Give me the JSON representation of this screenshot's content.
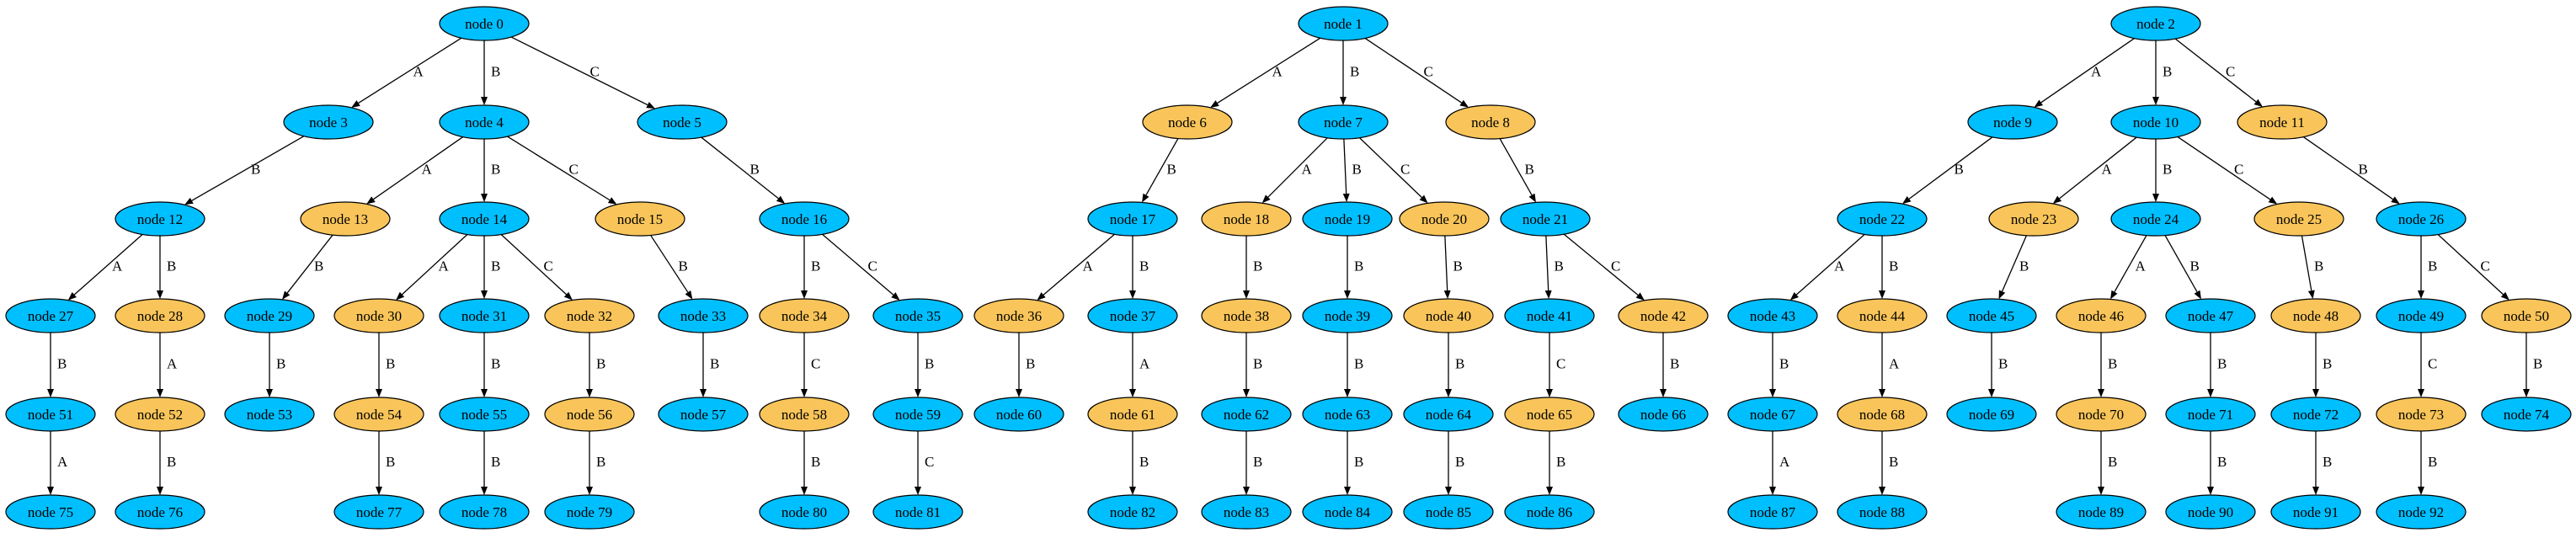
{
  "colors": {
    "blue": "#00bfff",
    "orange": "#f9c55a",
    "edge": "#000000"
  },
  "nodes": [
    {
      "id": 0,
      "label": "node 0",
      "color": "blue"
    },
    {
      "id": 1,
      "label": "node 1",
      "color": "blue"
    },
    {
      "id": 2,
      "label": "node 2",
      "color": "blue"
    },
    {
      "id": 3,
      "label": "node 3",
      "color": "blue"
    },
    {
      "id": 4,
      "label": "node 4",
      "color": "blue"
    },
    {
      "id": 5,
      "label": "node 5",
      "color": "blue"
    },
    {
      "id": 6,
      "label": "node 6",
      "color": "orange"
    },
    {
      "id": 7,
      "label": "node 7",
      "color": "blue"
    },
    {
      "id": 8,
      "label": "node 8",
      "color": "orange"
    },
    {
      "id": 9,
      "label": "node 9",
      "color": "blue"
    },
    {
      "id": 10,
      "label": "node 10",
      "color": "blue"
    },
    {
      "id": 11,
      "label": "node 11",
      "color": "orange"
    },
    {
      "id": 12,
      "label": "node 12",
      "color": "blue"
    },
    {
      "id": 13,
      "label": "node 13",
      "color": "orange"
    },
    {
      "id": 14,
      "label": "node 14",
      "color": "blue"
    },
    {
      "id": 15,
      "label": "node 15",
      "color": "orange"
    },
    {
      "id": 16,
      "label": "node 16",
      "color": "blue"
    },
    {
      "id": 17,
      "label": "node 17",
      "color": "blue"
    },
    {
      "id": 18,
      "label": "node 18",
      "color": "orange"
    },
    {
      "id": 19,
      "label": "node 19",
      "color": "blue"
    },
    {
      "id": 20,
      "label": "node 20",
      "color": "orange"
    },
    {
      "id": 21,
      "label": "node 21",
      "color": "blue"
    },
    {
      "id": 22,
      "label": "node 22",
      "color": "blue"
    },
    {
      "id": 23,
      "label": "node 23",
      "color": "orange"
    },
    {
      "id": 24,
      "label": "node 24",
      "color": "blue"
    },
    {
      "id": 25,
      "label": "node 25",
      "color": "orange"
    },
    {
      "id": 26,
      "label": "node 26",
      "color": "blue"
    },
    {
      "id": 27,
      "label": "node 27",
      "color": "blue"
    },
    {
      "id": 28,
      "label": "node 28",
      "color": "orange"
    },
    {
      "id": 29,
      "label": "node 29",
      "color": "blue"
    },
    {
      "id": 30,
      "label": "node 30",
      "color": "orange"
    },
    {
      "id": 31,
      "label": "node 31",
      "color": "blue"
    },
    {
      "id": 32,
      "label": "node 32",
      "color": "orange"
    },
    {
      "id": 33,
      "label": "node 33",
      "color": "blue"
    },
    {
      "id": 34,
      "label": "node 34",
      "color": "orange"
    },
    {
      "id": 35,
      "label": "node 35",
      "color": "blue"
    },
    {
      "id": 36,
      "label": "node 36",
      "color": "orange"
    },
    {
      "id": 37,
      "label": "node 37",
      "color": "blue"
    },
    {
      "id": 38,
      "label": "node 38",
      "color": "orange"
    },
    {
      "id": 39,
      "label": "node 39",
      "color": "blue"
    },
    {
      "id": 40,
      "label": "node 40",
      "color": "orange"
    },
    {
      "id": 41,
      "label": "node 41",
      "color": "blue"
    },
    {
      "id": 42,
      "label": "node 42",
      "color": "orange"
    },
    {
      "id": 43,
      "label": "node 43",
      "color": "blue"
    },
    {
      "id": 44,
      "label": "node 44",
      "color": "orange"
    },
    {
      "id": 45,
      "label": "node 45",
      "color": "blue"
    },
    {
      "id": 46,
      "label": "node 46",
      "color": "orange"
    },
    {
      "id": 47,
      "label": "node 47",
      "color": "blue"
    },
    {
      "id": 48,
      "label": "node 48",
      "color": "orange"
    },
    {
      "id": 49,
      "label": "node 49",
      "color": "blue"
    },
    {
      "id": 50,
      "label": "node 50",
      "color": "orange"
    },
    {
      "id": 51,
      "label": "node 51",
      "color": "blue"
    },
    {
      "id": 52,
      "label": "node 52",
      "color": "orange"
    },
    {
      "id": 53,
      "label": "node 53",
      "color": "blue"
    },
    {
      "id": 54,
      "label": "node 54",
      "color": "orange"
    },
    {
      "id": 55,
      "label": "node 55",
      "color": "blue"
    },
    {
      "id": 56,
      "label": "node 56",
      "color": "orange"
    },
    {
      "id": 57,
      "label": "node 57",
      "color": "blue"
    },
    {
      "id": 58,
      "label": "node 58",
      "color": "orange"
    },
    {
      "id": 59,
      "label": "node 59",
      "color": "blue"
    },
    {
      "id": 60,
      "label": "node 60",
      "color": "blue"
    },
    {
      "id": 61,
      "label": "node 61",
      "color": "orange"
    },
    {
      "id": 62,
      "label": "node 62",
      "color": "blue"
    },
    {
      "id": 63,
      "label": "node 63",
      "color": "blue"
    },
    {
      "id": 64,
      "label": "node 64",
      "color": "blue"
    },
    {
      "id": 65,
      "label": "node 65",
      "color": "orange"
    },
    {
      "id": 66,
      "label": "node 66",
      "color": "blue"
    },
    {
      "id": 67,
      "label": "node 67",
      "color": "blue"
    },
    {
      "id": 68,
      "label": "node 68",
      "color": "orange"
    },
    {
      "id": 69,
      "label": "node 69",
      "color": "blue"
    },
    {
      "id": 70,
      "label": "node 70",
      "color": "orange"
    },
    {
      "id": 71,
      "label": "node 71",
      "color": "blue"
    },
    {
      "id": 72,
      "label": "node 72",
      "color": "blue"
    },
    {
      "id": 73,
      "label": "node 73",
      "color": "orange"
    },
    {
      "id": 74,
      "label": "node 74",
      "color": "blue"
    },
    {
      "id": 75,
      "label": "node 75",
      "color": "blue"
    },
    {
      "id": 76,
      "label": "node 76",
      "color": "blue"
    },
    {
      "id": 77,
      "label": "node 77",
      "color": "blue"
    },
    {
      "id": 78,
      "label": "node 78",
      "color": "blue"
    },
    {
      "id": 79,
      "label": "node 79",
      "color": "blue"
    },
    {
      "id": 80,
      "label": "node 80",
      "color": "blue"
    },
    {
      "id": 81,
      "label": "node 81",
      "color": "blue"
    },
    {
      "id": 82,
      "label": "node 82",
      "color": "blue"
    },
    {
      "id": 83,
      "label": "node 83",
      "color": "blue"
    },
    {
      "id": 84,
      "label": "node 84",
      "color": "blue"
    },
    {
      "id": 85,
      "label": "node 85",
      "color": "blue"
    },
    {
      "id": 86,
      "label": "node 86",
      "color": "blue"
    },
    {
      "id": 87,
      "label": "node 87",
      "color": "blue"
    },
    {
      "id": 88,
      "label": "node 88",
      "color": "blue"
    },
    {
      "id": 89,
      "label": "node 89",
      "color": "blue"
    },
    {
      "id": 90,
      "label": "node 90",
      "color": "blue"
    },
    {
      "id": 91,
      "label": "node 91",
      "color": "blue"
    },
    {
      "id": 92,
      "label": "node 92",
      "color": "blue"
    }
  ],
  "edges": [
    {
      "from": 0,
      "to": 3,
      "label": "A"
    },
    {
      "from": 0,
      "to": 4,
      "label": "B"
    },
    {
      "from": 0,
      "to": 5,
      "label": "C"
    },
    {
      "from": 1,
      "to": 6,
      "label": "A"
    },
    {
      "from": 1,
      "to": 7,
      "label": "B"
    },
    {
      "from": 1,
      "to": 8,
      "label": "C"
    },
    {
      "from": 2,
      "to": 9,
      "label": "A"
    },
    {
      "from": 2,
      "to": 10,
      "label": "B"
    },
    {
      "from": 2,
      "to": 11,
      "label": "C"
    },
    {
      "from": 3,
      "to": 12,
      "label": "B"
    },
    {
      "from": 4,
      "to": 13,
      "label": "A"
    },
    {
      "from": 4,
      "to": 14,
      "label": "B"
    },
    {
      "from": 4,
      "to": 15,
      "label": "C"
    },
    {
      "from": 5,
      "to": 16,
      "label": "B"
    },
    {
      "from": 6,
      "to": 17,
      "label": "B"
    },
    {
      "from": 7,
      "to": 18,
      "label": "A"
    },
    {
      "from": 7,
      "to": 19,
      "label": "B"
    },
    {
      "from": 7,
      "to": 20,
      "label": "C"
    },
    {
      "from": 8,
      "to": 21,
      "label": "B"
    },
    {
      "from": 9,
      "to": 22,
      "label": "B"
    },
    {
      "from": 10,
      "to": 23,
      "label": "A"
    },
    {
      "from": 10,
      "to": 24,
      "label": "B"
    },
    {
      "from": 10,
      "to": 25,
      "label": "C"
    },
    {
      "from": 11,
      "to": 26,
      "label": "B"
    },
    {
      "from": 12,
      "to": 27,
      "label": "A"
    },
    {
      "from": 12,
      "to": 28,
      "label": "B"
    },
    {
      "from": 13,
      "to": 29,
      "label": "B"
    },
    {
      "from": 14,
      "to": 30,
      "label": "A"
    },
    {
      "from": 14,
      "to": 31,
      "label": "B"
    },
    {
      "from": 14,
      "to": 32,
      "label": "C"
    },
    {
      "from": 15,
      "to": 33,
      "label": "B"
    },
    {
      "from": 16,
      "to": 34,
      "label": "B"
    },
    {
      "from": 16,
      "to": 35,
      "label": "C"
    },
    {
      "from": 17,
      "to": 36,
      "label": "A"
    },
    {
      "from": 17,
      "to": 37,
      "label": "B"
    },
    {
      "from": 18,
      "to": 38,
      "label": "B"
    },
    {
      "from": 19,
      "to": 39,
      "label": "B"
    },
    {
      "from": 20,
      "to": 40,
      "label": "B"
    },
    {
      "from": 21,
      "to": 41,
      "label": "B"
    },
    {
      "from": 21,
      "to": 42,
      "label": "C"
    },
    {
      "from": 22,
      "to": 43,
      "label": "A"
    },
    {
      "from": 22,
      "to": 44,
      "label": "B"
    },
    {
      "from": 23,
      "to": 45,
      "label": "B"
    },
    {
      "from": 24,
      "to": 46,
      "label": "A"
    },
    {
      "from": 24,
      "to": 47,
      "label": "B"
    },
    {
      "from": 25,
      "to": 48,
      "label": "B"
    },
    {
      "from": 26,
      "to": 49,
      "label": "B"
    },
    {
      "from": 26,
      "to": 50,
      "label": "C"
    },
    {
      "from": 27,
      "to": 51,
      "label": "B"
    },
    {
      "from": 28,
      "to": 52,
      "label": "A"
    },
    {
      "from": 29,
      "to": 53,
      "label": "B"
    },
    {
      "from": 30,
      "to": 54,
      "label": "B"
    },
    {
      "from": 31,
      "to": 55,
      "label": "B"
    },
    {
      "from": 32,
      "to": 56,
      "label": "B"
    },
    {
      "from": 33,
      "to": 57,
      "label": "B"
    },
    {
      "from": 34,
      "to": 58,
      "label": "C"
    },
    {
      "from": 35,
      "to": 59,
      "label": "B"
    },
    {
      "from": 36,
      "to": 60,
      "label": "B"
    },
    {
      "from": 37,
      "to": 61,
      "label": "A"
    },
    {
      "from": 38,
      "to": 62,
      "label": "B"
    },
    {
      "from": 39,
      "to": 63,
      "label": "B"
    },
    {
      "from": 40,
      "to": 64,
      "label": "B"
    },
    {
      "from": 41,
      "to": 65,
      "label": "C"
    },
    {
      "from": 42,
      "to": 66,
      "label": "B"
    },
    {
      "from": 43,
      "to": 67,
      "label": "B"
    },
    {
      "from": 44,
      "to": 68,
      "label": "A"
    },
    {
      "from": 45,
      "to": 69,
      "label": "B"
    },
    {
      "from": 46,
      "to": 70,
      "label": "B"
    },
    {
      "from": 47,
      "to": 71,
      "label": "B"
    },
    {
      "from": 48,
      "to": 72,
      "label": "B"
    },
    {
      "from": 49,
      "to": 73,
      "label": "C"
    },
    {
      "from": 50,
      "to": 74,
      "label": "B"
    },
    {
      "from": 51,
      "to": 75,
      "label": "A"
    },
    {
      "from": 52,
      "to": 76,
      "label": "B"
    },
    {
      "from": 54,
      "to": 77,
      "label": "B"
    },
    {
      "from": 55,
      "to": 78,
      "label": "B"
    },
    {
      "from": 56,
      "to": 79,
      "label": "B"
    },
    {
      "from": 58,
      "to": 80,
      "label": "B"
    },
    {
      "from": 59,
      "to": 81,
      "label": "C"
    },
    {
      "from": 61,
      "to": 82,
      "label": "B"
    },
    {
      "from": 62,
      "to": 83,
      "label": "B"
    },
    {
      "from": 63,
      "to": 84,
      "label": "B"
    },
    {
      "from": 64,
      "to": 85,
      "label": "B"
    },
    {
      "from": 65,
      "to": 86,
      "label": "B"
    },
    {
      "from": 67,
      "to": 87,
      "label": "A"
    },
    {
      "from": 68,
      "to": 88,
      "label": "B"
    },
    {
      "from": 70,
      "to": 89,
      "label": "B"
    },
    {
      "from": 71,
      "to": 90,
      "label": "B"
    },
    {
      "from": 72,
      "to": 91,
      "label": "B"
    },
    {
      "from": 73,
      "to": 92,
      "label": "B"
    }
  ]
}
